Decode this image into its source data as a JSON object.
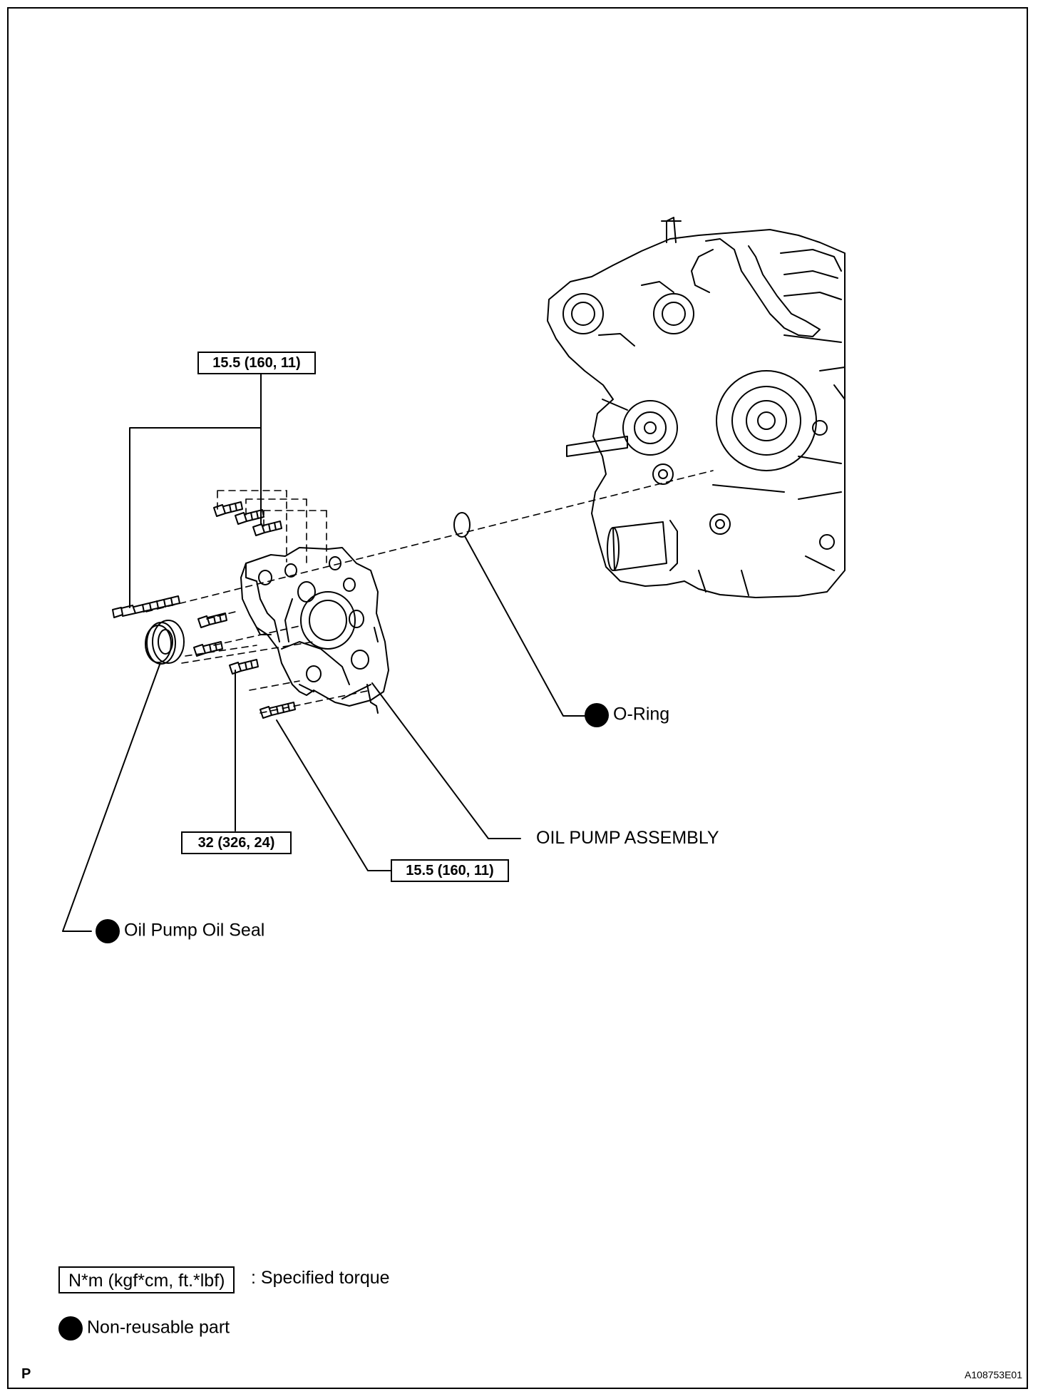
{
  "callouts": {
    "torque_top": "15.5 (160, 11)",
    "torque_mid": "32 (326, 24)",
    "torque_bottom": "15.5 (160, 11)",
    "o_ring": "O-Ring",
    "oil_pump_assembly": "OIL PUMP ASSEMBLY",
    "oil_seal": "Oil Pump Oil Seal"
  },
  "legend": {
    "torque_unit": "N*m (kgf*cm, ft.*lbf)",
    "torque_desc": ": Specified torque",
    "non_reusable": "Non-reusable part"
  },
  "footer": {
    "left_mark": "P",
    "figure_id": "A108753E01"
  },
  "colors": {
    "ink": "#000000",
    "paper": "#ffffff"
  },
  "icons": {
    "non_reusable_marker": "filled-circle-icon"
  }
}
